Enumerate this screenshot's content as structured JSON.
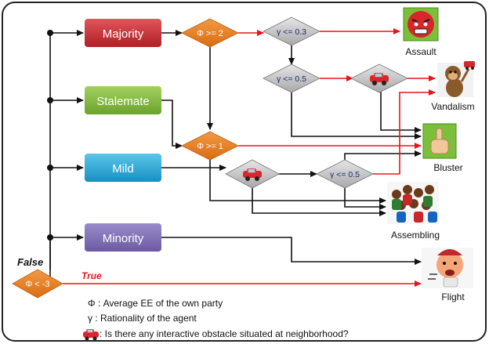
{
  "nodes": {
    "majority": "Majority",
    "stalemate": "Stalemate",
    "mild": "Mild",
    "minority": "Minority"
  },
  "conditions": {
    "phi_ge_2": "Φ >= 2",
    "phi_ge_1": "Φ >= 1",
    "phi_lt_neg3": "Φ < -3",
    "gamma_le_03": "γ <= 0.3",
    "gamma_le_05_top": "γ <= 0.5",
    "gamma_le_05_bottom": "γ <= 0.5"
  },
  "branch_labels": {
    "false": "False",
    "true": "True"
  },
  "outcomes": {
    "assault": "Assault",
    "vandalism": "Vandalism",
    "bluster": "Bluster",
    "assembling": "Assembling",
    "flight": "Flight"
  },
  "legend": {
    "phi": "Φ : Average EE of the own party",
    "gamma": "γ  : Rationality of the agent",
    "obstacle": ": Is there any interactive obstacle situated at neighborhood?"
  },
  "colors": {
    "majority": "#c0282d",
    "stalemate": "#7cb23a",
    "mild": "#1fa3cf",
    "minority": "#7a68b0",
    "phi_diamond": "#e87f22",
    "gamma_diamond": "#c4c4c4",
    "true_arrow": "#e8141c",
    "normal_arrow": "#111111"
  },
  "icons": {
    "assault": "angry-face-icon",
    "vandalism": "monkey-icon",
    "bluster": "middle-finger-icon",
    "assembling": "crowd-icon",
    "flight": "crying-face-icon",
    "obstacle": "car-icon"
  }
}
